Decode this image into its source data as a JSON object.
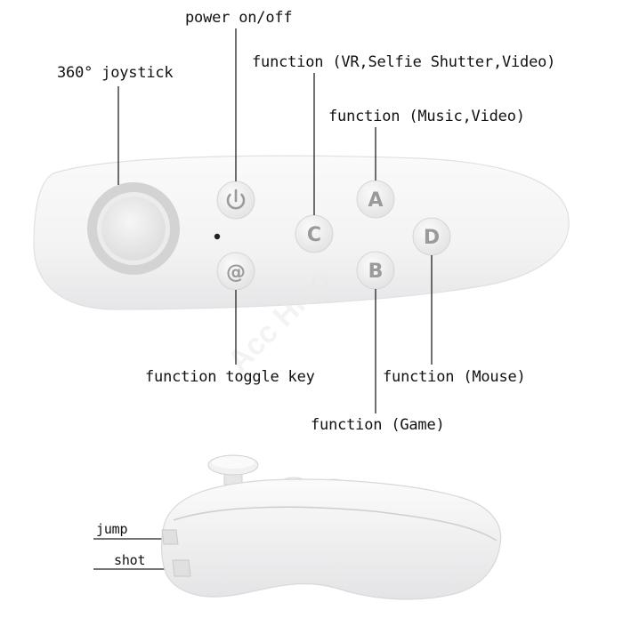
{
  "labels": {
    "power": "power on/off",
    "joystick": "360° joystick",
    "func_c": "function (VR,Selfie Shutter,Video)",
    "func_a": "function (Music,Video)",
    "toggle": "function toggle key",
    "func_d": "function (Mouse)",
    "func_b": "function (Game)",
    "jump": "jump",
    "shot": "shot"
  },
  "buttons": {
    "a": "A",
    "b": "B",
    "c": "C",
    "d": "D",
    "toggle": "@"
  },
  "watermark": "Acc Hiso",
  "colors": {
    "body": "#f4f4f5",
    "button": "#ececec",
    "button_text": "#9a9a9a",
    "joystick_ring": "#d4d4d4",
    "leader": "#222222"
  }
}
